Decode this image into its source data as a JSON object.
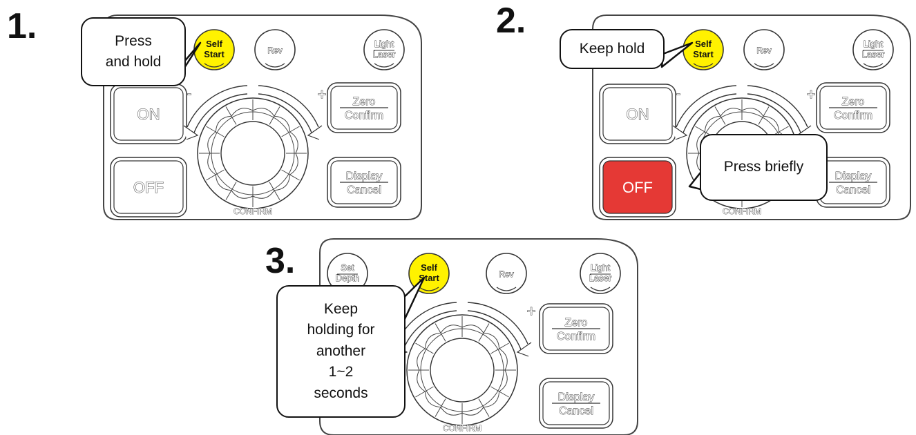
{
  "steps": [
    {
      "number": "1.",
      "callouts": [
        {
          "text": "Press\nand hold"
        }
      ]
    },
    {
      "number": "2.",
      "callouts": [
        {
          "text": "Keep hold"
        },
        {
          "text": "Press briefly"
        }
      ]
    },
    {
      "number": "3.",
      "callouts": [
        {
          "text": "Keep\nholding for\nanother\n1~2\nseconds"
        }
      ]
    }
  ],
  "panel": {
    "self_start_top": "Self",
    "self_start_bottom": "Start",
    "rev": "Rev",
    "light_top": "Light",
    "light_bottom": "Laser",
    "set_depth_top": "Set",
    "set_depth_bottom": "Depth",
    "on": "ON",
    "off": "OFF",
    "zero": "Zero",
    "confirm": "Confirm",
    "display": "Display",
    "cancel": "Cancel",
    "dial_label": "CONFIRM",
    "minus": "-",
    "plus": "+"
  },
  "colors": {
    "highlight_yellow": "#FFF200",
    "highlight_red": "#E53935",
    "outline": "#333333"
  }
}
